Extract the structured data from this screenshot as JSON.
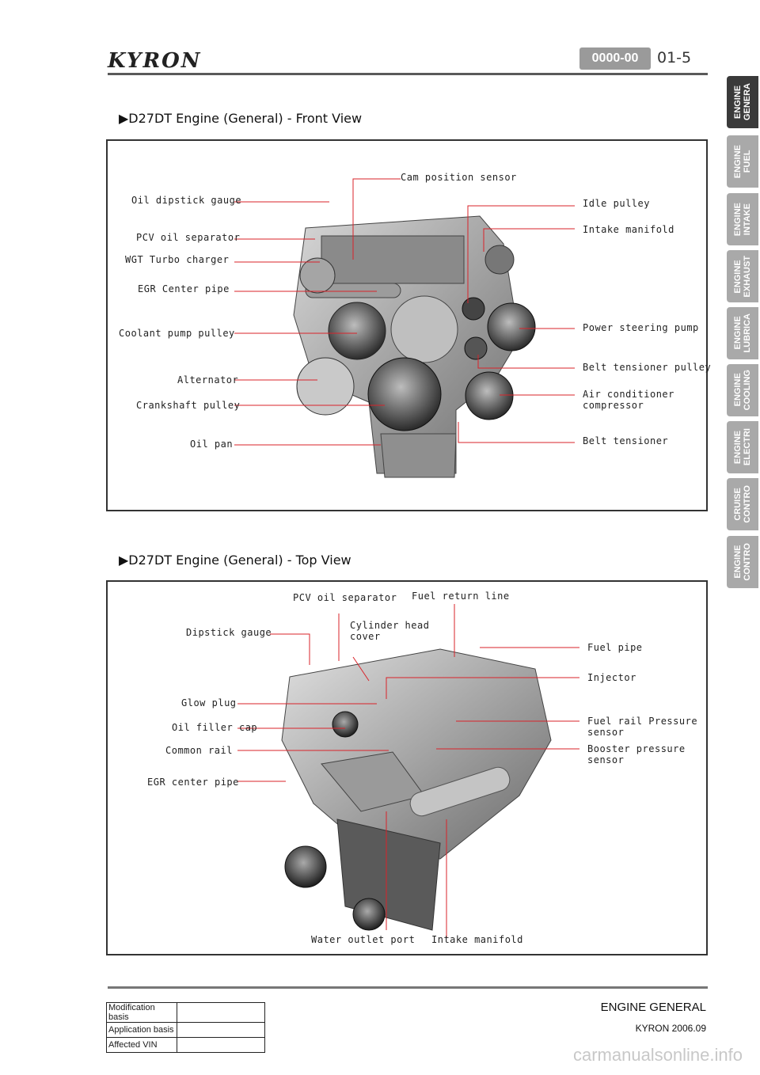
{
  "header": {
    "brand": "KYRON",
    "code": "0000-00",
    "page": "01-5"
  },
  "side_tabs": [
    {
      "label": "ENGINE\nGENERA",
      "active": true
    },
    {
      "label": "ENGINE\nFUEL",
      "active": false
    },
    {
      "label": "ENGINE\nINTAKE",
      "active": false
    },
    {
      "label": "ENGINE\nEXHAUST",
      "active": false
    },
    {
      "label": "ENGINE\nLUBRICA",
      "active": false
    },
    {
      "label": "ENGINE\nCOOLING",
      "active": false
    },
    {
      "label": "ENGINE\nELECTRI",
      "active": false
    },
    {
      "label": "CRUISE\nCONTRO",
      "active": false
    },
    {
      "label": "ENGINE\nCONTRO",
      "active": false
    }
  ],
  "front": {
    "title": "▶D27DT Engine (General) - Front View",
    "labels": {
      "cam": "Cam position sensor",
      "dipstick": "Oil dipstick gauge",
      "pcv": "PCV oil separator",
      "wgt": "WGT Turbo charger",
      "egr": "EGR Center pipe",
      "coolant": "Coolant pump pulley",
      "alternator": "Alternator",
      "crank": "Crankshaft pulley",
      "oilpan": "Oil pan",
      "idle": "Idle pulley",
      "intake": "Intake manifold",
      "psp": "Power steering pump",
      "btp": "Belt tensioner pulley",
      "ac": "Air conditioner\ncompressor",
      "bt": "Belt tensioner"
    }
  },
  "top": {
    "title": "▶D27DT Engine (General) - Top View",
    "labels": {
      "pcv": "PCV oil separator",
      "fuelreturn": "Fuel return line",
      "cylhead": "Cylinder head\ncover",
      "dipstick": "Dipstick gauge",
      "fuelpipe": "Fuel pipe",
      "injector": "Injector",
      "glow": "Glow plug",
      "railsensor": "Fuel rail Pressure\nsensor",
      "fillercap": "Oil filler cap",
      "booster": "Booster pressure\nsensor",
      "rail": "Common rail",
      "egr": "EGR center pipe",
      "water": "Water outlet port",
      "intake": "Intake manifold"
    }
  },
  "footer": {
    "title": "ENGINE GENERAL",
    "sub": "KYRON 2006.09",
    "table": [
      "Modification basis",
      "Application basis",
      "Affected VIN"
    ]
  },
  "watermark": "carmanualsonline.info",
  "colors": {
    "leader": "#d9232a",
    "tab": "#a9a9a9",
    "tab_active": "#3a3a3a"
  }
}
